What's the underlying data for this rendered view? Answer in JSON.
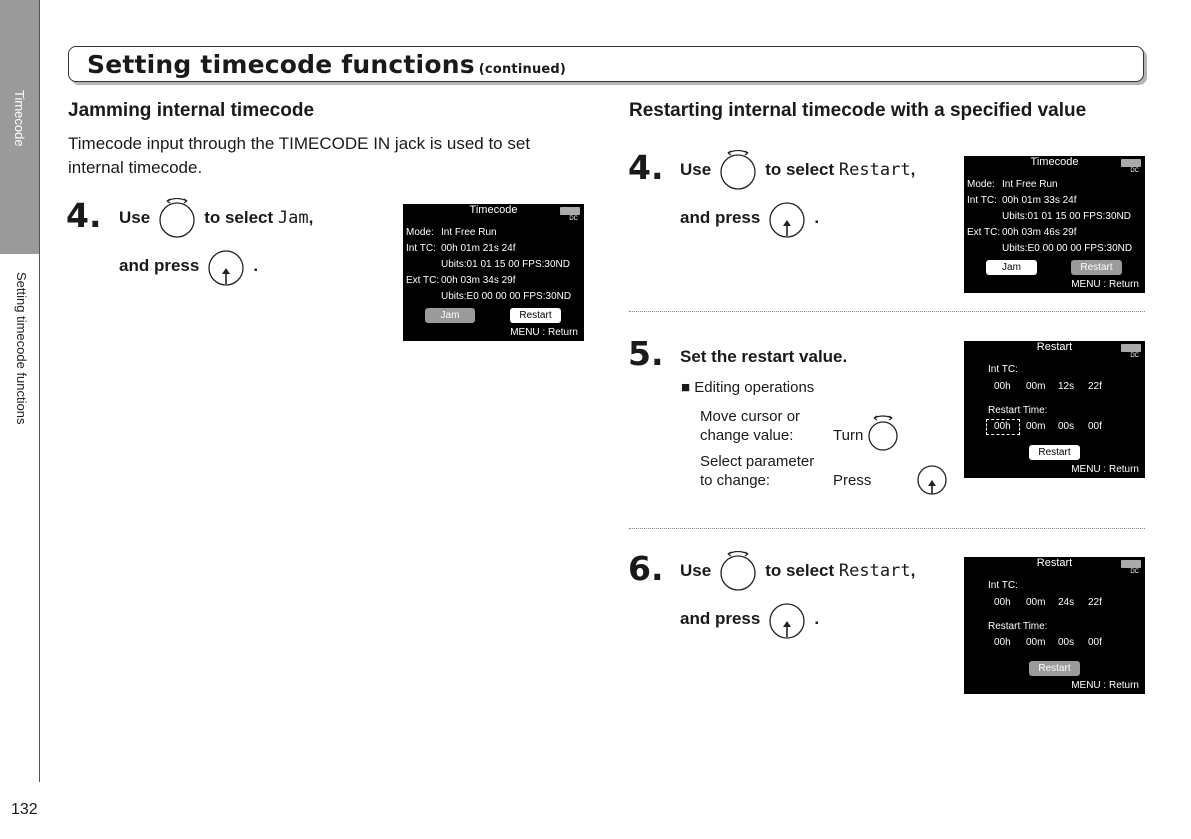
{
  "sidebar": {
    "section_tab": "Timecode",
    "topic_tab": "Setting timecode functions",
    "page_number": "132"
  },
  "title": {
    "main": "Setting timecode functions",
    "sub": "(continued)"
  },
  "left": {
    "heading": "Jamming internal timecode",
    "paragraph_line1": "Timecode input through the TIMECODE IN jack is used to set",
    "paragraph_line2": "internal timecode.",
    "step": {
      "number": "4.",
      "use": "Use",
      "to_select": "to select",
      "value": "Jam",
      "comma": ",",
      "and_press": "and press",
      "period": "."
    },
    "screen": {
      "header": "Timecode",
      "mode_label": "Mode:",
      "mode_value": "Int Free Run",
      "int_label": "Int TC:",
      "int_value": "00h 01m 21s 24f",
      "int_ubits": "Ubits:01 01 15 00   FPS:30ND",
      "ext_label": "Ext TC:",
      "ext_value": "00h 03m 34s 29f",
      "ext_ubits": "Ubits:E0 00 00 00   FPS:30ND",
      "button_jam": "Jam",
      "button_restart": "Restart",
      "footer": "MENU : Return",
      "dc": "DC"
    }
  },
  "right": {
    "heading": "Restarting internal timecode with a specified value",
    "step4": {
      "number": "4.",
      "use": "Use",
      "to_select": "to select",
      "value": "Restart",
      "comma": ",",
      "and_press": "and press",
      "period": ".",
      "screen": {
        "header": "Timecode",
        "mode_label": "Mode:",
        "mode_value": "Int Free Run",
        "int_label": "Int TC:",
        "int_value": "00h 01m 33s 24f",
        "int_ubits": "Ubits:01 01 15 00   FPS:30ND",
        "ext_label": "Ext TC:",
        "ext_value": "00h 03m 46s 29f",
        "ext_ubits": "Ubits:E0 00 00 00   FPS:30ND",
        "button_jam": "Jam",
        "button_restart": "Restart",
        "footer": "MENU : Return",
        "dc": "DC"
      }
    },
    "step5": {
      "number": "5.",
      "text": "Set the restart value.",
      "ops_heading": "■ Editing operations",
      "op1_line1": "Move cursor or",
      "op1_line2": "change value:",
      "op1_action": "Turn",
      "op2_line1": "Select parameter",
      "op2_line2": "to change:",
      "op2_action": "Press",
      "screen": {
        "header": "Restart",
        "int_label": "Int TC:",
        "int_values": [
          "00h",
          "00m",
          "12s",
          "22f"
        ],
        "restart_label": "Restart Time:",
        "restart_values": [
          "00h",
          "00m",
          "00s",
          "00f"
        ],
        "button_restart": "Restart",
        "footer": "MENU : Return",
        "dc": "DC"
      }
    },
    "step6": {
      "number": "6.",
      "use": "Use",
      "to_select": "to select",
      "value": "Restart",
      "comma": ",",
      "and_press": "and press",
      "period": ".",
      "screen": {
        "header": "Restart",
        "int_label": "Int TC:",
        "int_values": [
          "00h",
          "00m",
          "24s",
          "22f"
        ],
        "restart_label": "Restart Time:",
        "restart_values": [
          "00h",
          "00m",
          "00s",
          "00f"
        ],
        "button_restart": "Restart",
        "footer": "MENU : Return",
        "dc": "DC"
      }
    }
  }
}
